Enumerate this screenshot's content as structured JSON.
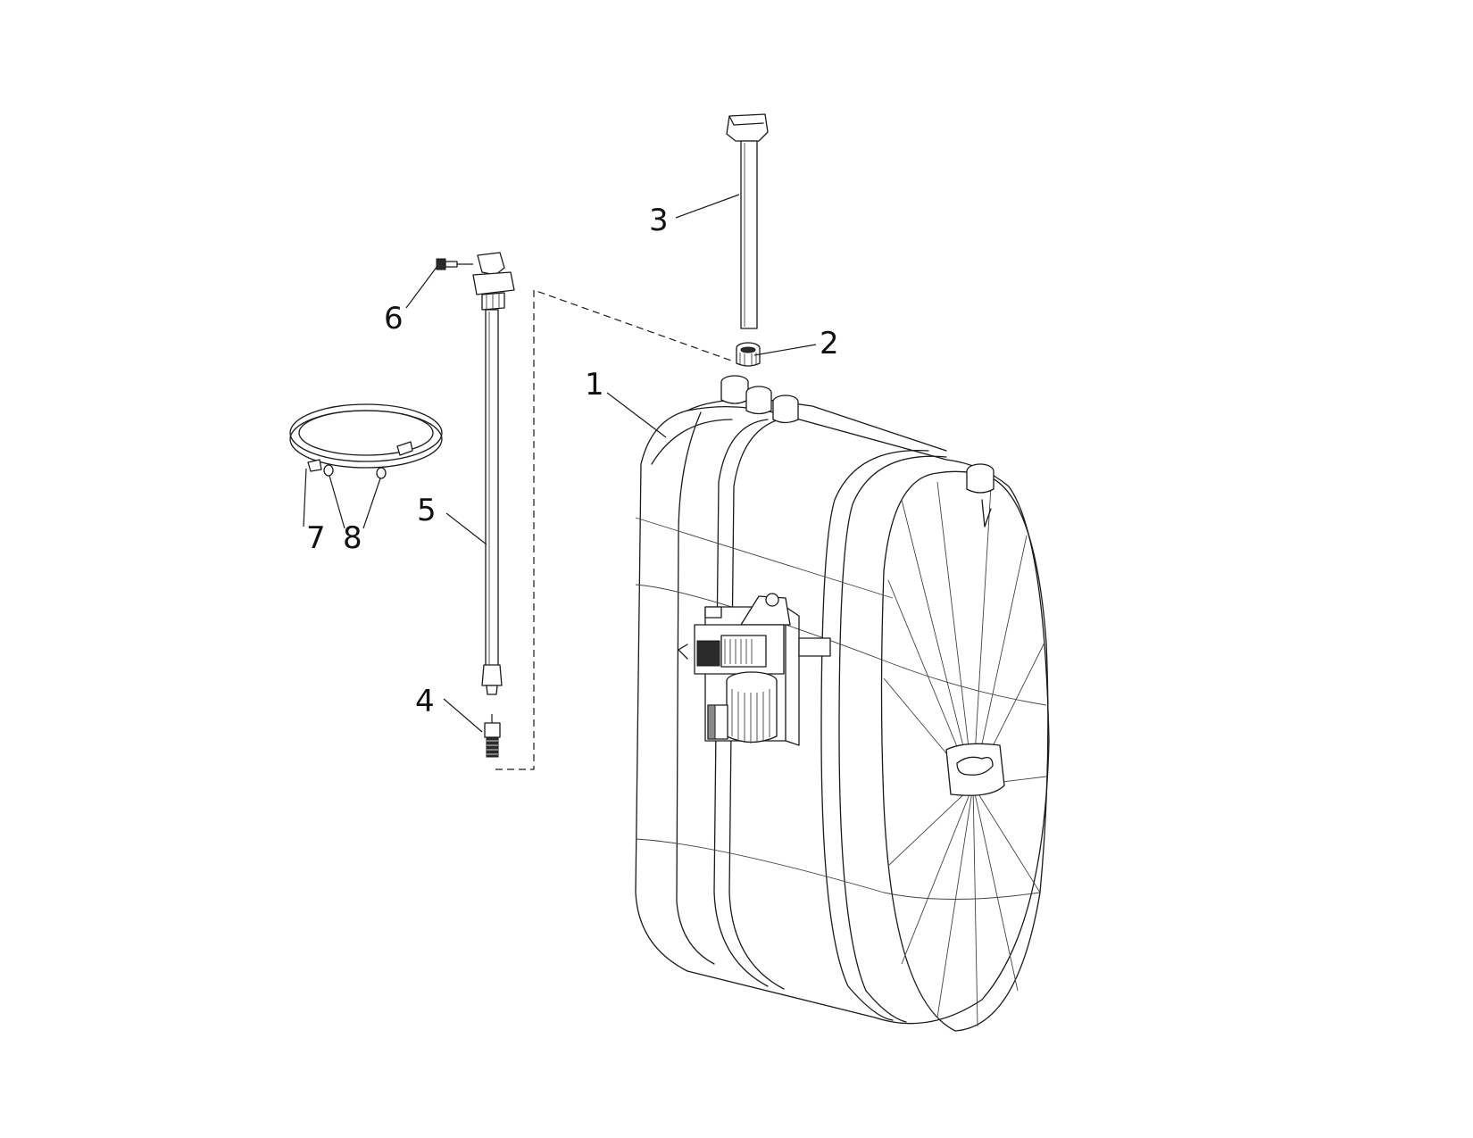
{
  "callouts": [
    {
      "id": "1",
      "text": "1"
    },
    {
      "id": "2",
      "text": "2"
    },
    {
      "id": "3",
      "text": "3"
    },
    {
      "id": "4",
      "text": "4"
    },
    {
      "id": "5",
      "text": "5"
    },
    {
      "id": "6",
      "text": "6"
    },
    {
      "id": "7",
      "text": "7"
    },
    {
      "id": "8",
      "text": "8"
    }
  ],
  "parts": [
    {
      "callout": "1",
      "icon": "tank-icon"
    },
    {
      "callout": "2",
      "icon": "bushing-icon"
    },
    {
      "callout": "3",
      "icon": "dipstick-tube-icon"
    },
    {
      "callout": "4",
      "icon": "fitting-icon"
    },
    {
      "callout": "5",
      "icon": "suction-pipe-icon"
    },
    {
      "callout": "6",
      "icon": "screw-icon"
    },
    {
      "callout": "7",
      "icon": "hose-icon"
    },
    {
      "callout": "8",
      "icon": "hose-clamp-icon"
    }
  ]
}
